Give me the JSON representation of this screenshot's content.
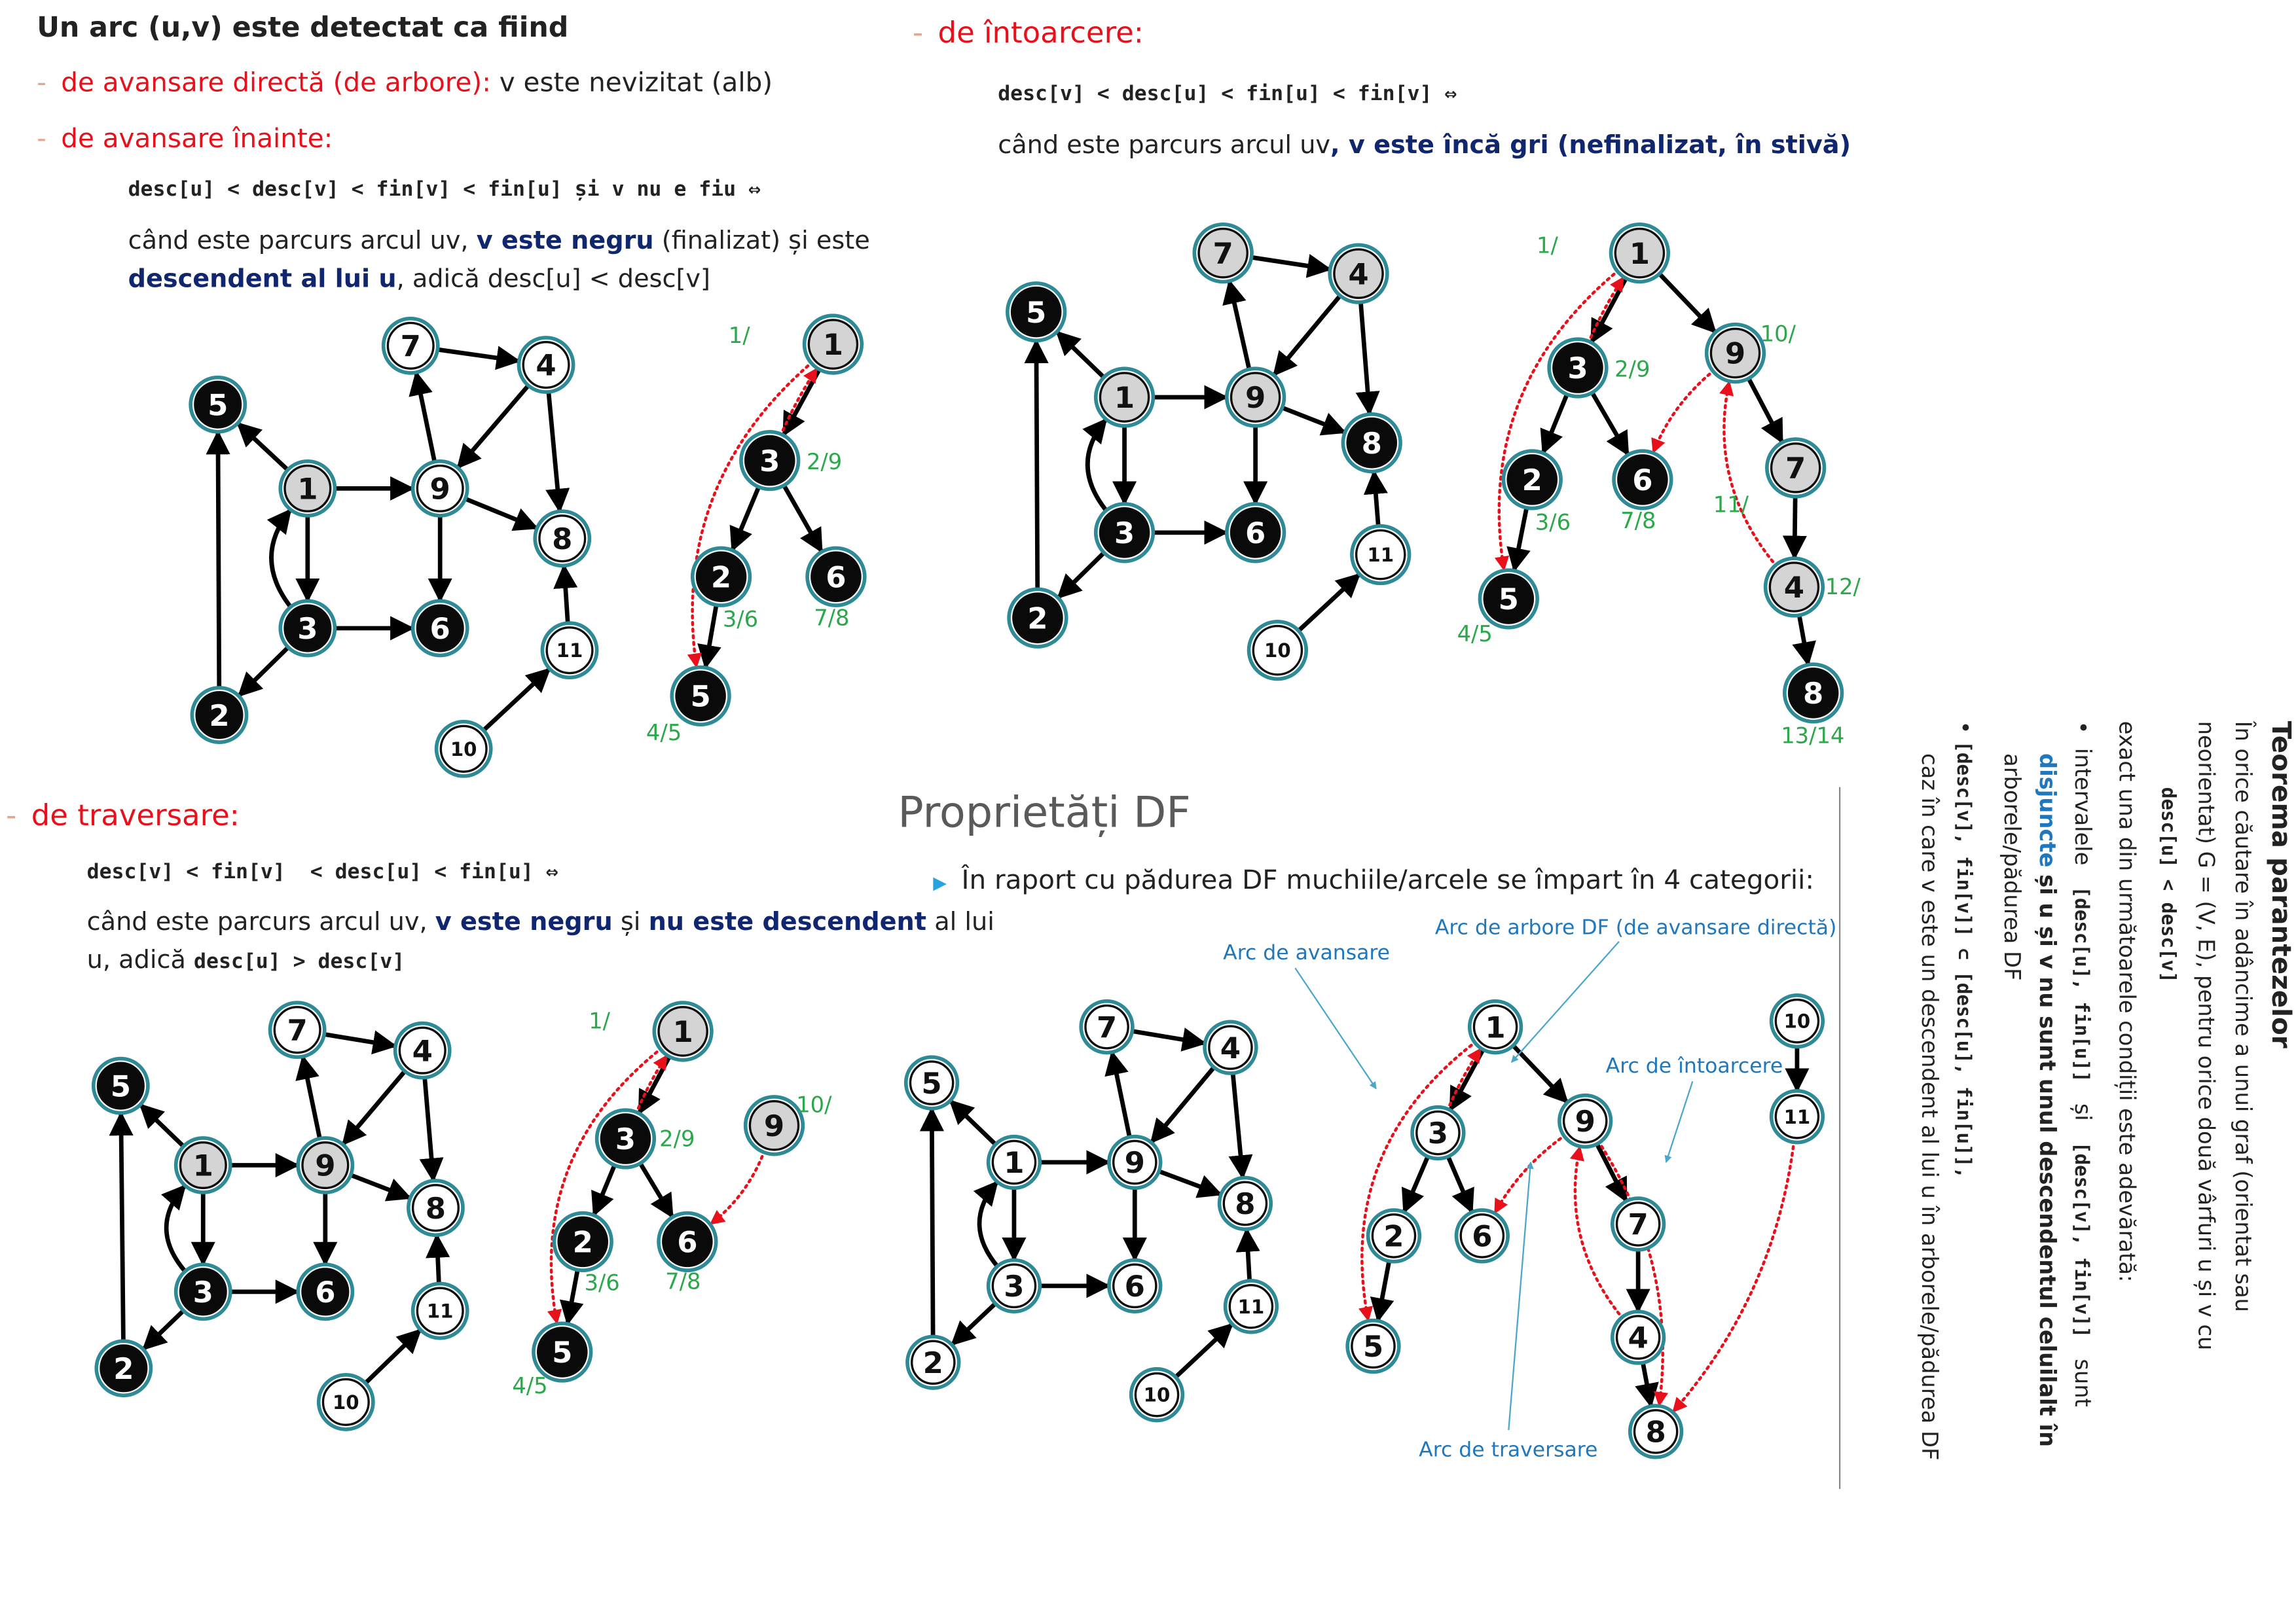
{
  "intro": {
    "heading": "Un arc (u,v) este detectat ca fiind",
    "dash": "-"
  },
  "forward_direct": {
    "label": "de avansare directă (de arbore):",
    "desc": "v este nevizitat (alb)"
  },
  "forward": {
    "label": "de avansare înainte:",
    "formula": "desc[u] < desc[v] < fin[v] < fin[u] și v nu e fiu ⇔",
    "line1_a": "când este parcurs arcul uv,",
    "line1_b": "v este negru",
    "line1_c": "(finalizat) și este",
    "line2_a": "descendent al lui u",
    "line2_b": ", adică desc[u] < desc[v]"
  },
  "back": {
    "label": "de întoarcere:",
    "formula": "desc[v] < desc[u] < fin[u] < fin[v] ⇔",
    "line1_a": "când este parcurs arcul uv",
    "line1_b": ", v este încă gri (nefinalizat, în stivă)"
  },
  "cross": {
    "label": "de traversare:",
    "formula": "desc[v] < fin[v]  < desc[u] < fin[u] ⇔",
    "line1_a": "când este parcurs arcul uv,",
    "line1_b": "v este negru",
    "line1_c": "și",
    "line1_d": "nu este descendent",
    "line1_e": "al lui",
    "line2_a": "u, adică",
    "line2_b": "desc[u] > desc[v]"
  },
  "properties": {
    "title": "Proprietăți DF",
    "bullet": "În raport cu pădurea DF muchiile/arcele se împart în 4 categorii:",
    "label_tree": "Arc de arbore DF (de avansare directă)",
    "label_forward": "Arc de avansare",
    "label_back": "Arc de întoarcere",
    "label_cross": "Arc de traversare"
  },
  "theorem": {
    "title": "Teorema parantezelor",
    "line1": "În orice căutare în adâncime a unui graf (orientat sau",
    "line2": "neorientat) G = (V, E), pentru orice două vârfuri u și v cu",
    "line3": "desc[u] < desc[v]",
    "line4": "exact una din următoarele condiții este adevărată:",
    "b1_a": "intervalele",
    "b1_b": "[desc[u], fin[u]]",
    "b1_c": "și",
    "b1_d": "[desc[v], fin[v]]",
    "b1_e": "sunt",
    "b1_f": "disjuncte",
    "b1_g": "și u și v nu sunt unul descendentul celuilalt în",
    "b1_h": "arborele/pădurea DF",
    "b2_a": "[desc[v], fin[v]] ⊂ [desc[u], fin[u]],",
    "b2_b": "caz în care v este  un descendent al lui u în arborele/pădurea DF"
  },
  "diagrams": [
    {
      "name": "graph-forward",
      "nodes": [
        {
          "id": "5",
          "fill": "black"
        },
        {
          "id": "1",
          "fill": "grey"
        },
        {
          "id": "7",
          "fill": "white"
        },
        {
          "id": "4",
          "fill": "white"
        },
        {
          "id": "9",
          "fill": "white"
        },
        {
          "id": "8",
          "fill": "white"
        },
        {
          "id": "3",
          "fill": "black"
        },
        {
          "id": "6",
          "fill": "black"
        },
        {
          "id": "2",
          "fill": "black"
        },
        {
          "id": "11",
          "fill": "white"
        },
        {
          "id": "10",
          "fill": "white"
        }
      ],
      "edges": [
        [
          "1",
          "5"
        ],
        [
          "1",
          "9"
        ],
        [
          "1",
          "3"
        ],
        [
          "3",
          "1"
        ],
        [
          "3",
          "6"
        ],
        [
          "3",
          "2"
        ],
        [
          "2",
          "5"
        ],
        [
          "9",
          "7"
        ],
        [
          "7",
          "4"
        ],
        [
          "4",
          "9"
        ],
        [
          "4",
          "8"
        ],
        [
          "9",
          "8"
        ],
        [
          "9",
          "6"
        ],
        [
          "11",
          "8"
        ],
        [
          "10",
          "11"
        ]
      ]
    },
    {
      "name": "tree-forward",
      "nodes": [
        {
          "id": "1",
          "fill": "grey",
          "label": "1/"
        },
        {
          "id": "3",
          "fill": "black",
          "label": "2/9"
        },
        {
          "id": "2",
          "fill": "black",
          "label": "3/6"
        },
        {
          "id": "6",
          "fill": "black",
          "label": "7/8"
        },
        {
          "id": "5",
          "fill": "black",
          "label": "4/5"
        }
      ],
      "tree_edges": [
        [
          "1",
          "3"
        ],
        [
          "3",
          "2"
        ],
        [
          "3",
          "6"
        ],
        [
          "2",
          "5"
        ]
      ],
      "dotted": [
        [
          "3",
          "1"
        ],
        [
          "1",
          "5"
        ]
      ]
    },
    {
      "name": "graph-back",
      "nodes": [
        {
          "id": "7",
          "fill": "grey"
        },
        {
          "id": "4",
          "fill": "grey"
        },
        {
          "id": "5",
          "fill": "black"
        },
        {
          "id": "1",
          "fill": "grey"
        },
        {
          "id": "9",
          "fill": "grey"
        },
        {
          "id": "8",
          "fill": "black"
        },
        {
          "id": "3",
          "fill": "black"
        },
        {
          "id": "6",
          "fill": "black"
        },
        {
          "id": "11",
          "fill": "white"
        },
        {
          "id": "2",
          "fill": "black"
        },
        {
          "id": "10",
          "fill": "white"
        }
      ],
      "edges": [
        [
          "1",
          "5"
        ],
        [
          "1",
          "9"
        ],
        [
          "1",
          "3"
        ],
        [
          "3",
          "1"
        ],
        [
          "3",
          "6"
        ],
        [
          "3",
          "2"
        ],
        [
          "2",
          "5"
        ],
        [
          "9",
          "7"
        ],
        [
          "7",
          "4"
        ],
        [
          "4",
          "9"
        ],
        [
          "4",
          "8"
        ],
        [
          "9",
          "8"
        ],
        [
          "9",
          "6"
        ],
        [
          "11",
          "8"
        ],
        [
          "10",
          "11"
        ]
      ]
    },
    {
      "name": "tree-back",
      "nodes": [
        {
          "id": "1",
          "fill": "grey",
          "label": "1/"
        },
        {
          "id": "3",
          "fill": "black",
          "label": "2/9"
        },
        {
          "id": "9",
          "fill": "grey",
          "label": "10/"
        },
        {
          "id": "2",
          "fill": "black",
          "label": "3/6"
        },
        {
          "id": "6",
          "fill": "black",
          "label": "7/8"
        },
        {
          "id": "7",
          "fill": "grey",
          "label": "11/"
        },
        {
          "id": "5",
          "fill": "black",
          "label": "4/5"
        },
        {
          "id": "4",
          "fill": "grey",
          "label": "12/"
        },
        {
          "id": "8",
          "fill": "black",
          "label": "13/14"
        }
      ],
      "tree_edges": [
        [
          "1",
          "3"
        ],
        [
          "1",
          "9"
        ],
        [
          "3",
          "2"
        ],
        [
          "3",
          "6"
        ],
        [
          "2",
          "5"
        ],
        [
          "9",
          "7"
        ],
        [
          "7",
          "4"
        ],
        [
          "4",
          "8"
        ]
      ],
      "dotted": [
        [
          "3",
          "1"
        ],
        [
          "1",
          "5"
        ],
        [
          "9",
          "6"
        ],
        [
          "4",
          "9"
        ]
      ]
    },
    {
      "name": "graph-cross",
      "nodes": [
        {
          "id": "7",
          "fill": "white"
        },
        {
          "id": "4",
          "fill": "white"
        },
        {
          "id": "5",
          "fill": "black"
        },
        {
          "id": "1",
          "fill": "grey"
        },
        {
          "id": "9",
          "fill": "grey"
        },
        {
          "id": "8",
          "fill": "white"
        },
        {
          "id": "3",
          "fill": "black"
        },
        {
          "id": "6",
          "fill": "black"
        },
        {
          "id": "11",
          "fill": "white"
        },
        {
          "id": "2",
          "fill": "black"
        },
        {
          "id": "10",
          "fill": "white"
        }
      ],
      "edges": [
        [
          "1",
          "5"
        ],
        [
          "1",
          "9"
        ],
        [
          "1",
          "3"
        ],
        [
          "3",
          "1"
        ],
        [
          "3",
          "6"
        ],
        [
          "3",
          "2"
        ],
        [
          "2",
          "5"
        ],
        [
          "9",
          "7"
        ],
        [
          "7",
          "4"
        ],
        [
          "4",
          "9"
        ],
        [
          "4",
          "8"
        ],
        [
          "9",
          "8"
        ],
        [
          "9",
          "6"
        ],
        [
          "11",
          "8"
        ],
        [
          "10",
          "11"
        ]
      ]
    },
    {
      "name": "tree-cross",
      "nodes": [
        {
          "id": "1",
          "fill": "grey",
          "label": "1/"
        },
        {
          "id": "3",
          "fill": "black",
          "label": "2/9"
        },
        {
          "id": "9",
          "fill": "grey",
          "label": "10/"
        },
        {
          "id": "2",
          "fill": "black",
          "label": "3/6"
        },
        {
          "id": "6",
          "fill": "black",
          "label": "7/8"
        },
        {
          "id": "5",
          "fill": "black",
          "label": "4/5"
        }
      ],
      "tree_edges": [
        [
          "1",
          "3"
        ],
        [
          "3",
          "2"
        ],
        [
          "3",
          "6"
        ],
        [
          "2",
          "5"
        ]
      ],
      "dotted": [
        [
          "3",
          "1"
        ],
        [
          "1",
          "5"
        ],
        [
          "9",
          "6"
        ]
      ]
    },
    {
      "name": "graph-properties",
      "nodes": [
        {
          "id": "7",
          "fill": "white"
        },
        {
          "id": "4",
          "fill": "white"
        },
        {
          "id": "5",
          "fill": "white"
        },
        {
          "id": "1",
          "fill": "white"
        },
        {
          "id": "9",
          "fill": "white"
        },
        {
          "id": "8",
          "fill": "white"
        },
        {
          "id": "3",
          "fill": "white"
        },
        {
          "id": "6",
          "fill": "white"
        },
        {
          "id": "11",
          "fill": "white"
        },
        {
          "id": "2",
          "fill": "white"
        },
        {
          "id": "10",
          "fill": "white"
        }
      ],
      "edges": [
        [
          "1",
          "5"
        ],
        [
          "1",
          "9"
        ],
        [
          "1",
          "3"
        ],
        [
          "3",
          "1"
        ],
        [
          "3",
          "6"
        ],
        [
          "3",
          "2"
        ],
        [
          "2",
          "5"
        ],
        [
          "9",
          "7"
        ],
        [
          "7",
          "4"
        ],
        [
          "4",
          "9"
        ],
        [
          "4",
          "8"
        ],
        [
          "9",
          "8"
        ],
        [
          "9",
          "6"
        ],
        [
          "11",
          "8"
        ],
        [
          "10",
          "11"
        ]
      ]
    },
    {
      "name": "forest-properties",
      "nodes": [
        {
          "id": "1",
          "fill": "white"
        },
        {
          "id": "3",
          "fill": "white"
        },
        {
          "id": "9",
          "fill": "white"
        },
        {
          "id": "2",
          "fill": "white"
        },
        {
          "id": "6",
          "fill": "white"
        },
        {
          "id": "7",
          "fill": "white"
        },
        {
          "id": "5",
          "fill": "white"
        },
        {
          "id": "4",
          "fill": "white"
        },
        {
          "id": "8",
          "fill": "white"
        },
        {
          "id": "10",
          "fill": "white"
        },
        {
          "id": "11",
          "fill": "white"
        }
      ],
      "tree_edges": [
        [
          "1",
          "3"
        ],
        [
          "1",
          "9"
        ],
        [
          "3",
          "2"
        ],
        [
          "3",
          "6"
        ],
        [
          "2",
          "5"
        ],
        [
          "9",
          "7"
        ],
        [
          "7",
          "4"
        ],
        [
          "4",
          "8"
        ],
        [
          "10",
          "11"
        ]
      ],
      "dotted": [
        [
          "3",
          "1"
        ],
        [
          "1",
          "5"
        ],
        [
          "9",
          "6"
        ],
        [
          "4",
          "9"
        ],
        [
          "9",
          "8"
        ],
        [
          "11",
          "8"
        ]
      ]
    }
  ],
  "colors": {
    "red": "#e8101a",
    "navy": "#10266e",
    "green": "#2aa84a",
    "blue": "#1f77bd",
    "node_grey": "#d4d4d4",
    "node_black": "#0a0a0a",
    "node_ring": "#2e8b96"
  }
}
